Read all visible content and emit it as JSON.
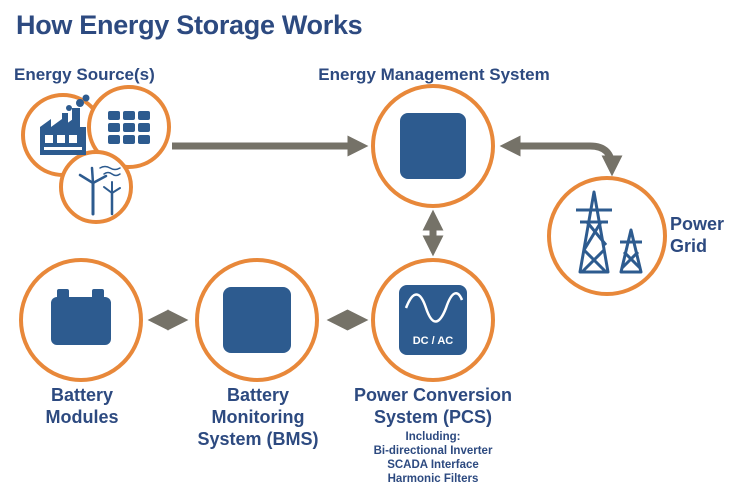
{
  "title": "How Energy Storage Works",
  "nodes": {
    "energy_sources": "Energy Source(s)",
    "ems": "Energy Management System",
    "power_grid": [
      "Power",
      "Grid"
    ],
    "battery_modules": [
      "Battery",
      "Modules"
    ],
    "bms": [
      "Battery",
      "Monitoring",
      "System (BMS)"
    ],
    "pcs": [
      "Power Conversion",
      "System (PCS)"
    ],
    "pcs_details": [
      "Including:",
      "Bi-directional Inverter",
      "SCADA Interface",
      "Harmonic Filters"
    ],
    "pcs_icon_text": "DC / AC"
  },
  "colors": {
    "navy": "#2d5b8f",
    "orange": "#e8883a",
    "arrow": "#757268",
    "text": "#2d4a80"
  }
}
